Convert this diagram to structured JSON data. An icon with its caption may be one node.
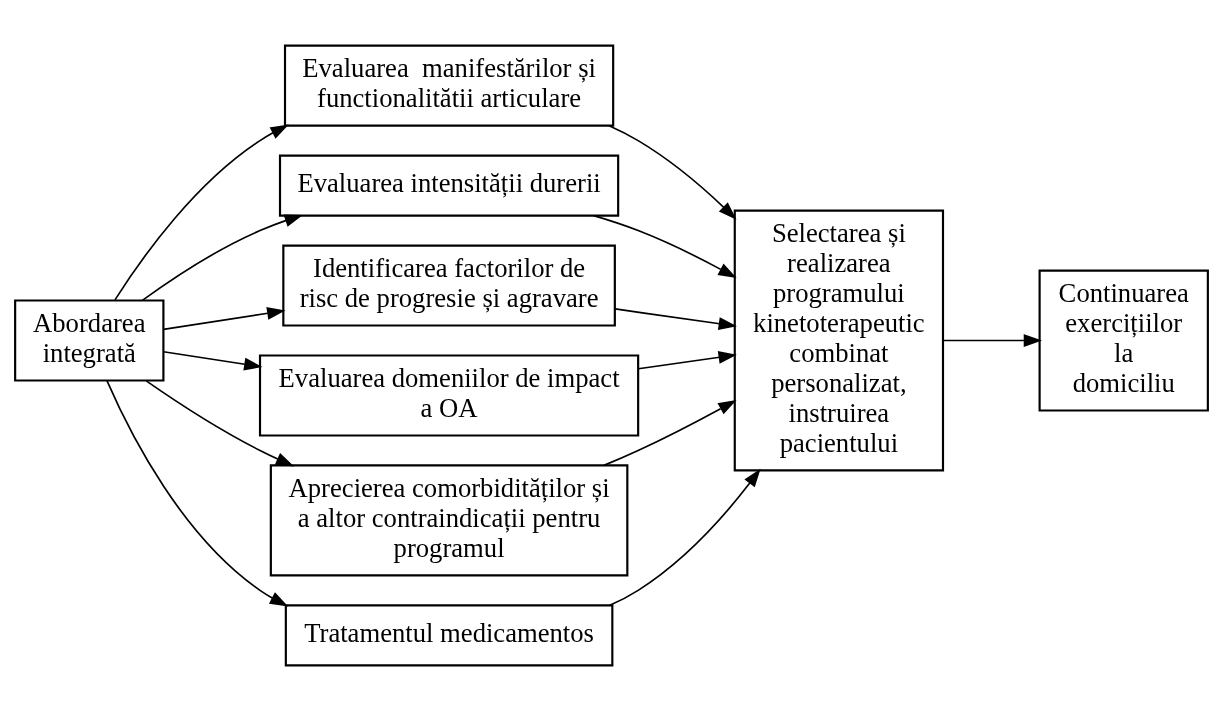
{
  "diagram": {
    "nodes": [
      {
        "text": [
          "Abordarea integrată"
        ]
      },
      {
        "text": [
          "Evaluarea  manifestărilor și functionalitătii articulare"
        ]
      },
      {
        "text": [
          "Evaluarea intensității durerii"
        ]
      },
      {
        "text": [
          "Identificarea factorilor de risc de progresie și agravare"
        ]
      },
      {
        "text": [
          "Evaluarea domeniilor de impact a OA"
        ]
      },
      {
        "text": [
          "Aprecierea comorbidităților și a altor contraindicații pentru programul"
        ]
      },
      {
        "text": [
          "Tratamentul medicamentos"
        ]
      },
      {
        "text": [
          "Selectarea și realizarea programului kinetoterapeutic combinat personalizat, instruirea pacientului"
        ]
      },
      {
        "text": [
          "Continuarea exercițiilor la domiciliu"
        ]
      }
    ],
    "edges": [
      {
        "from": 0,
        "to": 1,
        "arrow": "to"
      },
      {
        "from": 0,
        "to": 2,
        "arrow": "to"
      },
      {
        "from": 0,
        "to": 3,
        "arrow": "to"
      },
      {
        "from": 0,
        "to": 4,
        "arrow": "to"
      },
      {
        "from": 0,
        "to": 5,
        "arrow": "to"
      },
      {
        "from": 0,
        "to": 6,
        "arrow": "to"
      },
      {
        "from": 1,
        "to": 7,
        "arrow": "to"
      },
      {
        "from": 2,
        "to": 7,
        "arrow": "to"
      },
      {
        "from": 3,
        "to": 7,
        "arrow": "to"
      },
      {
        "from": 4,
        "to": 7,
        "arrow": "to"
      },
      {
        "from": 5,
        "to": 7,
        "arrow": "to"
      },
      {
        "from": 6,
        "to": 7,
        "arrow": "to"
      },
      {
        "from": 7,
        "to": 8,
        "arrow": "to"
      }
    ]
  }
}
